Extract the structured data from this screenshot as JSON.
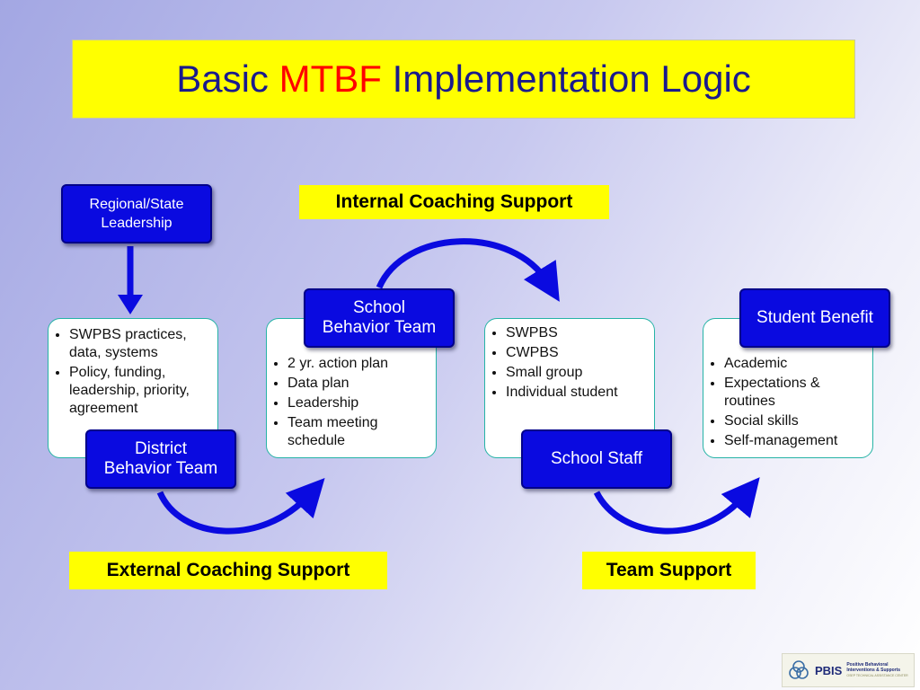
{
  "title": {
    "prefix": "Basic",
    "accent": "MTBF",
    "suffix": "Implementation Logic"
  },
  "labels": {
    "internal_coaching": "Internal Coaching Support",
    "external_coaching": "External Coaching Support",
    "team_support": "Team Support"
  },
  "regional": {
    "line1": "Regional/State",
    "line2": "Leadership"
  },
  "district": {
    "line1": "District",
    "line2": "Behavior Team",
    "items": [
      "SWPBS practices, data, systems",
      "Policy, funding, leadership, priority, agreement"
    ]
  },
  "school_team": {
    "line1": "School",
    "line2": "Behavior Team",
    "items": [
      "2 yr. action plan",
      "Data plan",
      "Leadership",
      "Team meeting schedule"
    ]
  },
  "school_staff": {
    "label": "School Staff",
    "items": [
      "SWPBS",
      "CWPBS",
      "Small group",
      "Individual student"
    ]
  },
  "student": {
    "label": "Student Benefit",
    "items": [
      "Academic",
      "Expectations & routines",
      "Social skills",
      "Self-management"
    ]
  },
  "logo": {
    "name": "PBIS",
    "line1": "Positive Behavioral",
    "line2": "Interventions & Supports",
    "line3": "OSEP TECHNICAL ASSISTANCE CENTER"
  },
  "colors": {
    "box_blue": "#0a0ae0",
    "label_yellow": "#ffff00",
    "title_blue": "#1a1a8c",
    "accent_red": "#ff0000",
    "border_teal": "#26b3a6"
  }
}
